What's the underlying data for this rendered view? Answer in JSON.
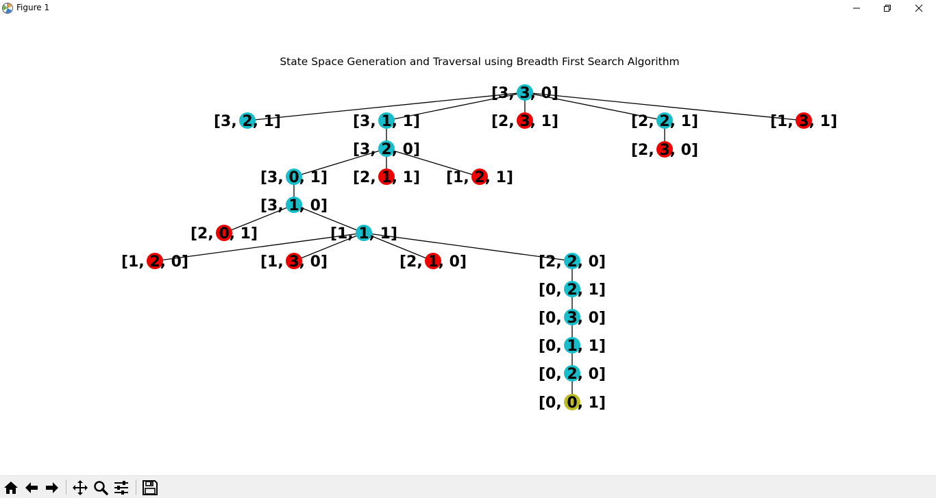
{
  "window": {
    "title": "Figure 1",
    "icon": "matplotlib-icon",
    "controls": [
      "minimize-icon",
      "restore-icon",
      "close-icon"
    ]
  },
  "toolbar": {
    "buttons": [
      "home-icon",
      "back-arrow-icon",
      "forward-arrow-icon",
      "pan-move-icon",
      "zoom-magnifier-icon",
      "subplots-config-icon",
      "save-floppy-icon"
    ]
  },
  "colors": {
    "visited": "#17bec9",
    "dead": "#ee0000",
    "goal": "#bcbd22",
    "edge": "#000000"
  },
  "chart_data": {
    "type": "tree",
    "title": "State Space Generation and Traversal using Breadth First Search Algorithm",
    "nodes": [
      {
        "id": 0,
        "label": "[3, 3, 0]",
        "value": "3",
        "status": "visited",
        "depth": 0
      },
      {
        "id": 1,
        "label": "[3, 2, 1]",
        "value": "2",
        "status": "visited",
        "depth": 1
      },
      {
        "id": 2,
        "label": "[3, 1, 1]",
        "value": "1",
        "status": "visited",
        "depth": 1
      },
      {
        "id": 3,
        "label": "[2, 3, 1]",
        "value": "3",
        "status": "dead",
        "depth": 1
      },
      {
        "id": 4,
        "label": "[2, 2, 1]",
        "value": "2",
        "status": "visited",
        "depth": 1
      },
      {
        "id": 5,
        "label": "[1, 3, 1]",
        "value": "3",
        "status": "dead",
        "depth": 1
      },
      {
        "id": 6,
        "label": "[3, 2, 0]",
        "value": "2",
        "status": "visited",
        "depth": 2
      },
      {
        "id": 7,
        "label": "[2, 3, 0]",
        "value": "3",
        "status": "dead",
        "depth": 2
      },
      {
        "id": 8,
        "label": "[3, 0, 1]",
        "value": "0",
        "status": "visited",
        "depth": 3
      },
      {
        "id": 9,
        "label": "[2, 1, 1]",
        "value": "1",
        "status": "dead",
        "depth": 3
      },
      {
        "id": 10,
        "label": "[1, 2, 1]",
        "value": "2",
        "status": "dead",
        "depth": 3
      },
      {
        "id": 11,
        "label": "[3, 1, 0]",
        "value": "1",
        "status": "visited",
        "depth": 4
      },
      {
        "id": 12,
        "label": "[2, 0, 1]",
        "value": "0",
        "status": "dead",
        "depth": 5
      },
      {
        "id": 13,
        "label": "[1, 1, 1]",
        "value": "1",
        "status": "visited",
        "depth": 5
      },
      {
        "id": 14,
        "label": "[1, 2, 0]",
        "value": "2",
        "status": "dead",
        "depth": 6
      },
      {
        "id": 15,
        "label": "[1, 3, 0]",
        "value": "3",
        "status": "dead",
        "depth": 6
      },
      {
        "id": 16,
        "label": "[2, 1, 0]",
        "value": "1",
        "status": "dead",
        "depth": 6
      },
      {
        "id": 17,
        "label": "[2, 2, 0]",
        "value": "2",
        "status": "visited",
        "depth": 6
      },
      {
        "id": 18,
        "label": "[0, 2, 1]",
        "value": "2",
        "status": "visited",
        "depth": 7
      },
      {
        "id": 19,
        "label": "[0, 3, 0]",
        "value": "3",
        "status": "visited",
        "depth": 8
      },
      {
        "id": 20,
        "label": "[0, 1, 1]",
        "value": "1",
        "status": "visited",
        "depth": 9
      },
      {
        "id": 21,
        "label": "[0, 2, 0]",
        "value": "2",
        "status": "visited",
        "depth": 10
      },
      {
        "id": 22,
        "label": "[0, 0, 1]",
        "value": "0",
        "status": "goal",
        "depth": 11
      }
    ],
    "edges": [
      [
        0,
        1
      ],
      [
        0,
        2
      ],
      [
        0,
        3
      ],
      [
        0,
        4
      ],
      [
        0,
        5
      ],
      [
        2,
        6
      ],
      [
        4,
        7
      ],
      [
        6,
        8
      ],
      [
        6,
        9
      ],
      [
        6,
        10
      ],
      [
        8,
        11
      ],
      [
        11,
        12
      ],
      [
        11,
        13
      ],
      [
        13,
        14
      ],
      [
        13,
        15
      ],
      [
        13,
        16
      ],
      [
        13,
        17
      ],
      [
        17,
        18
      ],
      [
        18,
        19
      ],
      [
        19,
        20
      ],
      [
        20,
        21
      ],
      [
        21,
        22
      ]
    ]
  }
}
